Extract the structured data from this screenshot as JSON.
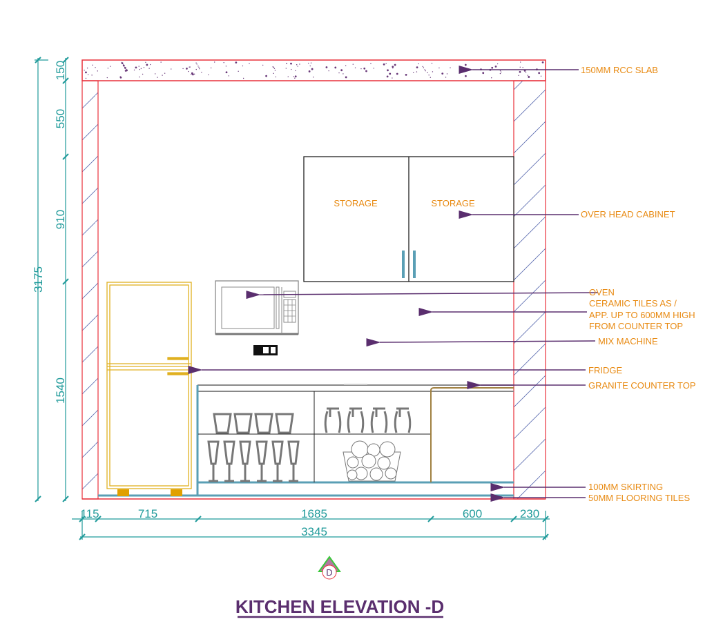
{
  "title": "KITCHEN ELEVATION -D",
  "section_marker": "D",
  "cabinet_labels": [
    "STORAGE",
    "STORAGE"
  ],
  "annotations": {
    "slab": "150MM RCC SLAB",
    "overhead": "OVER HEAD CABINET",
    "oven": "OVEN",
    "tiles_1": "CERAMIC  TILES AS /",
    "tiles_2": "APP. UP TO 600MM HIGH",
    "tiles_3": "FROM COUNTER TOP",
    "mix": "MIX MACHINE",
    "fridge": "FRIDGE",
    "counter": "GRANITE COUNTER TOP",
    "skirting": "100MM SKIRTING",
    "flooring": "50MM FLOORING TILES"
  },
  "dimensions": {
    "vertical_total": "3175",
    "vertical": [
      "150",
      "550",
      "910",
      "1540"
    ],
    "horizontal": [
      "115",
      "715",
      "1685",
      "600",
      "230"
    ],
    "horizontal_total": "3345"
  },
  "colors": {
    "wall": "#e8303a",
    "hatch": "#5a6ab0",
    "dimension": "#1f9a9a",
    "label": "#e88a12",
    "leader": "#5a2e6e",
    "fridge": "#e0b020",
    "cabinet_blue": "#5a9fb5",
    "appliance": "#7a7a7a"
  }
}
